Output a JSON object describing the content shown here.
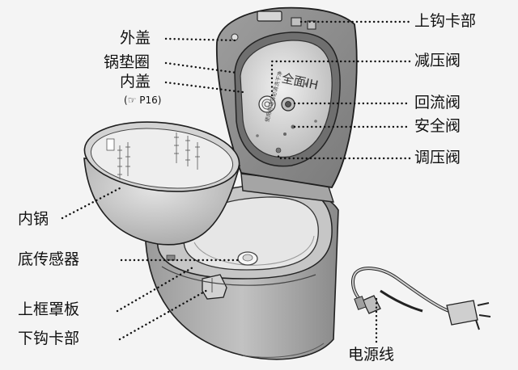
{
  "labels": {
    "outer_lid": "外盖",
    "pot_gasket": "锅垫圈",
    "inner_lid": "内盖",
    "page_ref": "P16",
    "inner_pot": "内锅",
    "bottom_sensor": "底传感器",
    "upper_frame_cover": "上框罩板",
    "lower_hook": "下钩卡部",
    "upper_hook": "上钩卡部",
    "pressure_relief_valve": "减压阀",
    "backflow_valve": "回流阀",
    "safety_valve": "安全阀",
    "pressure_regulating_valve": "调压阀",
    "power_cord": "电源线"
  },
  "embossed_text": {
    "lid_marking": "全面IH",
    "lid_notice": "使用前请务必清洗干净"
  },
  "icons": [
    "hand-pointer-icon",
    "plug-icon"
  ],
  "colors": {
    "body_fill": "#b4b4b4",
    "lid_fill": "#8e8e8e",
    "plate_fill": "#dcdcdc",
    "pot_fill": "#c9c9c9",
    "pot_inner": "#ececec",
    "line": "#222222",
    "background": "#f4f4f4"
  }
}
